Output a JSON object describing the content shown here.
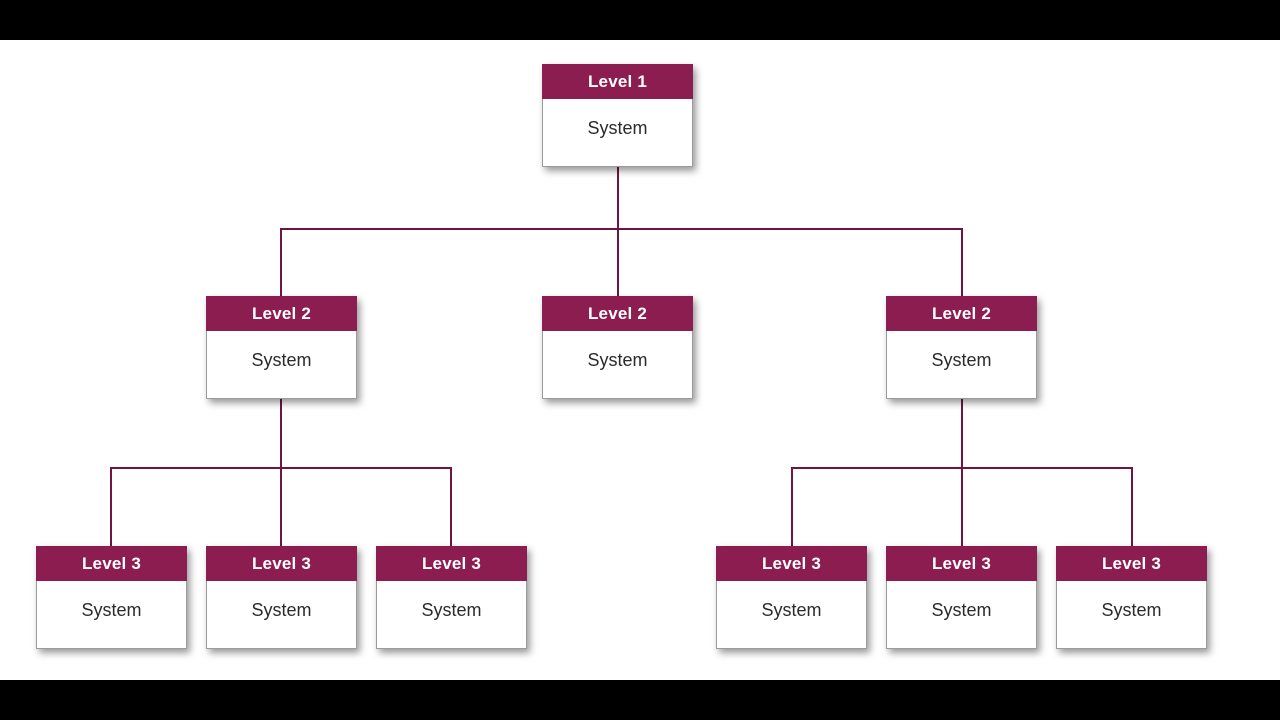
{
  "diagram": {
    "type": "org-chart",
    "nodes": {
      "level1": {
        "title": "Level 1",
        "body": "System"
      },
      "level2_left": {
        "title": "Level 2",
        "body": "System"
      },
      "level2_middle": {
        "title": "Level 2",
        "body": "System"
      },
      "level2_right": {
        "title": "Level 2",
        "body": "System"
      },
      "level3_left_1": {
        "title": "Level 3",
        "body": "System"
      },
      "level3_left_2": {
        "title": "Level 3",
        "body": "System"
      },
      "level3_left_3": {
        "title": "Level 3",
        "body": "System"
      },
      "level3_right_1": {
        "title": "Level 3",
        "body": "System"
      },
      "level3_right_2": {
        "title": "Level 3",
        "body": "System"
      },
      "level3_right_3": {
        "title": "Level 3",
        "body": "System"
      }
    },
    "colors": {
      "header_bg": "#8C1D50",
      "header_text": "#FFFFFF",
      "body_bg": "#FFFFFF",
      "body_text": "#2B2B2B",
      "box_border": "#9B9B9B",
      "connector": "#6E1641",
      "letterbox": "#000000",
      "canvas_bg": "#FFFFFF"
    }
  }
}
